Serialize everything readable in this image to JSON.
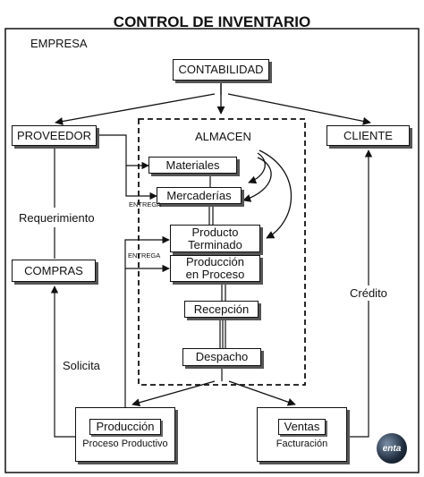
{
  "title": "CONTROL DE INVENTARIO",
  "empresa": "EMPRESA",
  "contabilidad": "CONTABILIDAD",
  "proveedor": "PROVEEDOR",
  "cliente": "CLIENTE",
  "almacen": "ALMACEN",
  "materiales": "Materiales",
  "mercaderias": "Mercaderías",
  "producto_terminado": [
    "Producto",
    "Terminado"
  ],
  "produccion_en_proceso": [
    "Producción",
    "en Proceso"
  ],
  "recepcion": "Recepción",
  "despacho": "Despacho",
  "requerimiento": "Requerimiento",
  "compras": "COMPRAS",
  "solicita": "Solicita",
  "credito": "Crédito",
  "entrega_1": "ENTREGA",
  "entrega_2": "ENTREGA",
  "produccion": {
    "title": "Producción",
    "subtitle": "Proceso Productivo"
  },
  "ventas": {
    "title": "Ventas",
    "subtitle": "Facturación"
  },
  "logo_text": "enta"
}
